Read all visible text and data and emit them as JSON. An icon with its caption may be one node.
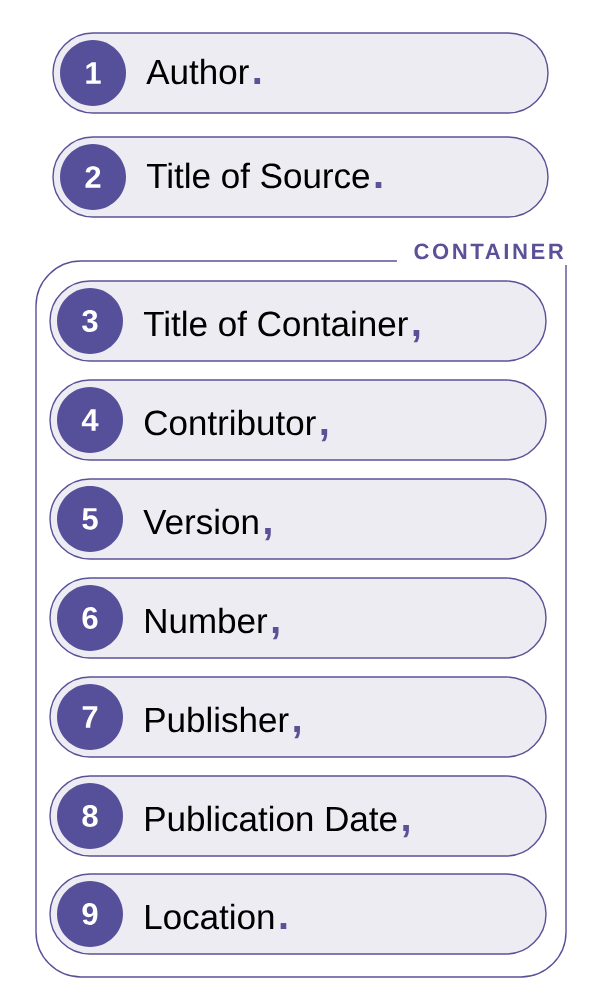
{
  "diagram": {
    "nodes": [
      {
        "text": [
          "Author",
          "."
        ]
      },
      {
        "text": [
          "1"
        ],
        "in": 0
      },
      {
        "text": [
          "Title of Source",
          "."
        ]
      },
      {
        "text": [
          "2"
        ],
        "in": 2
      },
      {
        "text": [
          "CONTAINER"
        ]
      },
      {
        "text": [
          "Title of Container",
          ","
        ],
        "in": 4
      },
      {
        "text": [
          "3"
        ],
        "in": 5
      },
      {
        "text": [
          "Contributor",
          ","
        ],
        "in": 4
      },
      {
        "text": [
          "4"
        ],
        "in": 7
      },
      {
        "text": [
          "Version",
          ","
        ],
        "in": 4
      },
      {
        "text": [
          "5"
        ],
        "in": 9
      },
      {
        "text": [
          "Number",
          ","
        ],
        "in": 4
      },
      {
        "text": [
          "6"
        ],
        "in": 11
      },
      {
        "text": [
          "Publisher",
          ","
        ],
        "in": 4
      },
      {
        "text": [
          "7"
        ],
        "in": 13
      },
      {
        "text": [
          "Publication Date",
          ","
        ],
        "in": 4
      },
      {
        "text": [
          "8"
        ],
        "in": 15
      },
      {
        "text": [
          "Location",
          "."
        ],
        "in": 4
      },
      {
        "text": [
          "9"
        ],
        "in": 17
      }
    ]
  }
}
